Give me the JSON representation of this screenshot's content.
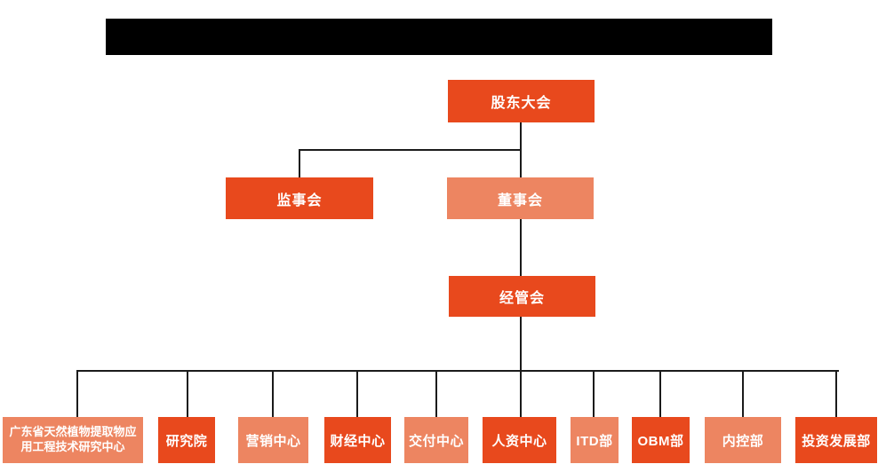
{
  "colors": {
    "primary_orange": "#E8491D",
    "secondary_salmon": "#ED8561",
    "connector_line": "#1B1B1B",
    "redaction_bar": "#000000",
    "node_text": "#FFFFFF",
    "background": "#FFFFFF"
  },
  "chart": {
    "type": "org-chart",
    "root": {
      "label": "股东大会"
    },
    "supervisory": {
      "label": "监事会"
    },
    "board": {
      "label": "董事会"
    },
    "management": {
      "label": "经管会"
    },
    "departments": [
      {
        "label": "广东省天然植物提取物应用工程技术研究中心",
        "variant": "light"
      },
      {
        "label": "研究院",
        "variant": "orange"
      },
      {
        "label": "营销中心",
        "variant": "light"
      },
      {
        "label": "财经中心",
        "variant": "orange"
      },
      {
        "label": "交付中心",
        "variant": "light"
      },
      {
        "label": "人资中心",
        "variant": "orange"
      },
      {
        "label": "ITD部",
        "variant": "light"
      },
      {
        "label": "OBM部",
        "variant": "orange"
      },
      {
        "label": "内控部",
        "variant": "light"
      },
      {
        "label": "投资发展部",
        "variant": "orange"
      }
    ]
  }
}
